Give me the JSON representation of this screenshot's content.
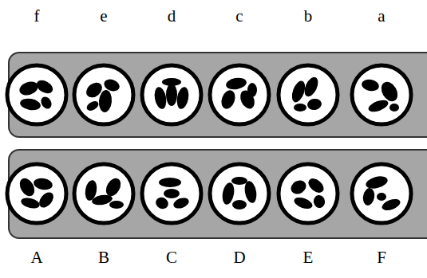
{
  "diagram": {
    "labels": [
      "f",
      "e",
      "d",
      "c",
      "b",
      "a",
      "A",
      "B",
      "C",
      "D",
      "E",
      "F"
    ]
  }
}
